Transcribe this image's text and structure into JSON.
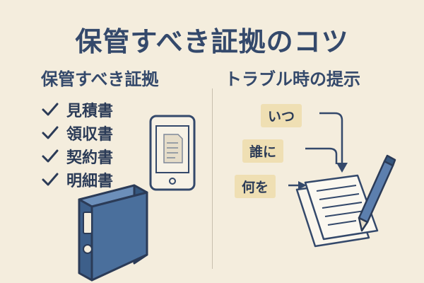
{
  "title": "保管すべき証拠のコツ",
  "left": {
    "heading": "保管すべき証拠",
    "items": [
      "見積書",
      "領収書",
      "契約書",
      "明細書"
    ]
  },
  "right": {
    "heading": "トラブル時の提示",
    "labels": [
      "いつ",
      "誰に",
      "何を"
    ]
  },
  "icons": {
    "check": "check-icon",
    "phone": "smartphone-document-icon",
    "binder": "binder-icon",
    "paper": "paper-document-icon",
    "pen": "pen-icon"
  },
  "colors": {
    "background": "#f4eddd",
    "navy": "#34496b",
    "binder_blue": "#4a6f9c",
    "label_fill": "#efdfb3"
  }
}
